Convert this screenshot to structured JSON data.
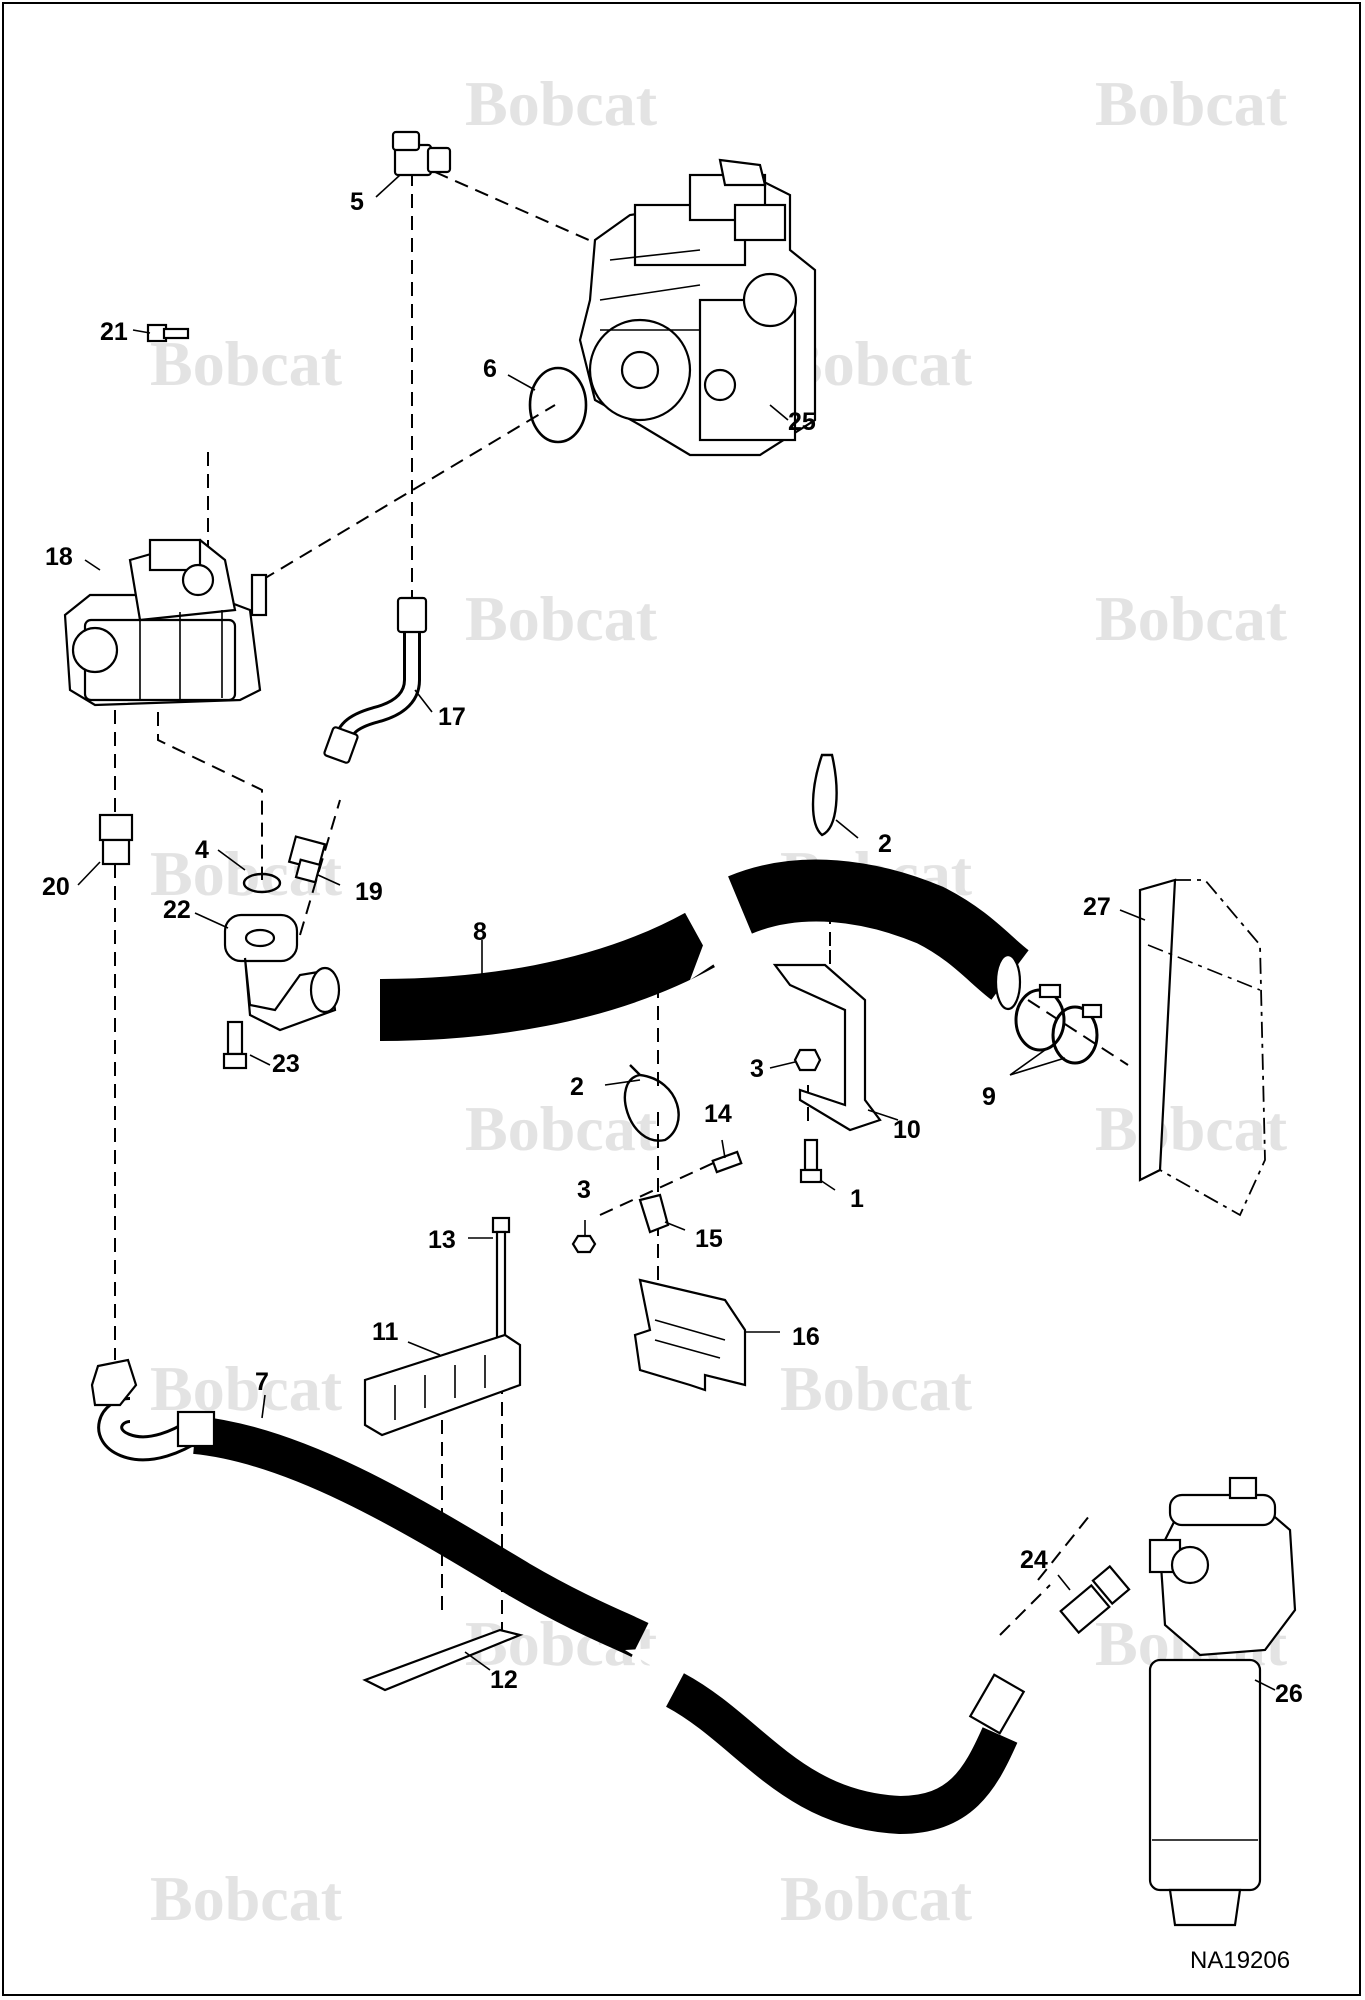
{
  "watermark": {
    "text": "Bobcat",
    "color": "#e3e3e3"
  },
  "figure_code": "NA19206",
  "callouts": [
    {
      "id": "c5",
      "text": "5"
    },
    {
      "id": "c6",
      "text": "6"
    },
    {
      "id": "c25",
      "text": "25"
    },
    {
      "id": "c21",
      "text": "21"
    },
    {
      "id": "c18",
      "text": "18"
    },
    {
      "id": "c17",
      "text": "17"
    },
    {
      "id": "c2a",
      "text": "2"
    },
    {
      "id": "c27",
      "text": "27"
    },
    {
      "id": "c4",
      "text": "4"
    },
    {
      "id": "c20",
      "text": "20"
    },
    {
      "id": "c19",
      "text": "19"
    },
    {
      "id": "c22",
      "text": "22"
    },
    {
      "id": "c8",
      "text": "8"
    },
    {
      "id": "c23",
      "text": "23"
    },
    {
      "id": "c3a",
      "text": "3"
    },
    {
      "id": "c10",
      "text": "10"
    },
    {
      "id": "c9",
      "text": "9"
    },
    {
      "id": "c2b",
      "text": "2"
    },
    {
      "id": "c14",
      "text": "14"
    },
    {
      "id": "c1",
      "text": "1"
    },
    {
      "id": "c3b",
      "text": "3"
    },
    {
      "id": "c15",
      "text": "15"
    },
    {
      "id": "c13",
      "text": "13"
    },
    {
      "id": "c11",
      "text": "11"
    },
    {
      "id": "c16",
      "text": "16"
    },
    {
      "id": "c7",
      "text": "7"
    },
    {
      "id": "c24",
      "text": "24"
    },
    {
      "id": "c26",
      "text": "26"
    },
    {
      "id": "c12",
      "text": "12"
    }
  ]
}
